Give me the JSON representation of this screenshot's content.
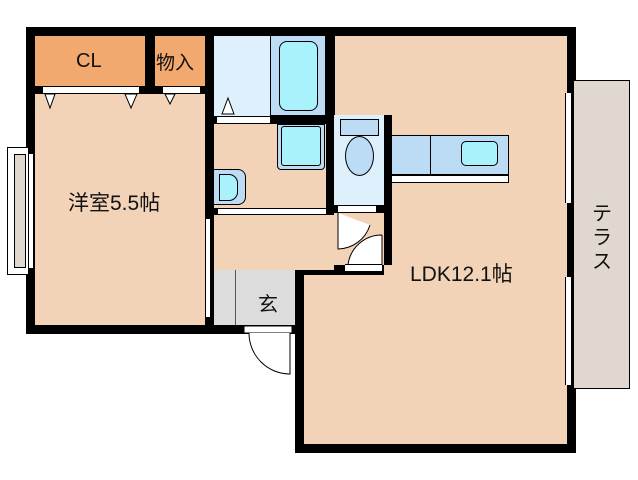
{
  "floorplan": {
    "rooms": {
      "closet": {
        "label": "CL"
      },
      "storage": {
        "label": "物入"
      },
      "western_room": {
        "label": "洋室5.5帖"
      },
      "ldk": {
        "label": "LDK12.1帖"
      },
      "entrance": {
        "label": "玄"
      },
      "terrace": {
        "label": "テラス"
      }
    },
    "colors": {
      "room": "#f2d3b8",
      "closet": "#f2a970",
      "wet_area": "#ddf0fb",
      "fixture": "#bcdcf6",
      "basin": "#a9f1fb",
      "entrance": "#dcdcdc",
      "terrace": "#e0d7cf",
      "wall": "#000000"
    }
  }
}
